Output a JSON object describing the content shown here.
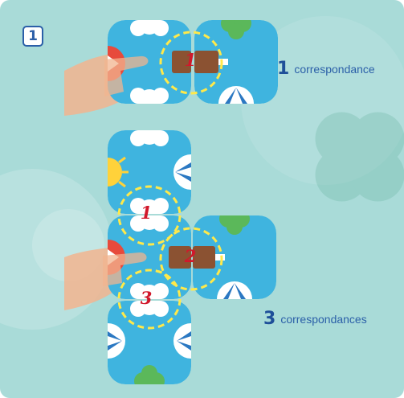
{
  "step": {
    "number": "1"
  },
  "example_one": {
    "count": "1",
    "label": "correspondance",
    "match_labels": [
      "1"
    ]
  },
  "example_two": {
    "count": "3",
    "label": "correspondances",
    "match_labels": [
      "1",
      "2",
      "3"
    ]
  },
  "colors": {
    "background": "#a9dbd8",
    "tile": "#3fb4df",
    "tile_border": "#2b78c2",
    "accent_blue": "#2b5fa8",
    "match_red": "#d1182b",
    "highlight_yellow": "#ffe94a"
  },
  "icons": [
    "cloud-icon",
    "clover-icon",
    "sun-icon",
    "umbrella-icon",
    "ice-cream-icon",
    "hand-icon"
  ]
}
